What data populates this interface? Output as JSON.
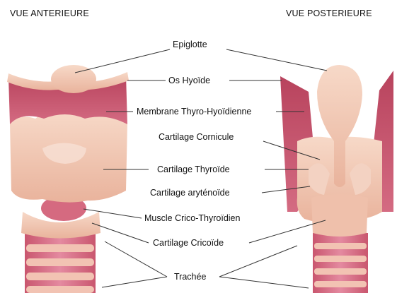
{
  "titles": {
    "anterior": "VUE ANTERIEURE",
    "posterior": "VUE POSTERIEURE"
  },
  "labels": {
    "epiglotte": "Epiglotte",
    "os_hyoide": "Os Hyoïde",
    "membrane": "Membrane Thyro-Hyoïdienne",
    "corniculé": "Cartilage Cornicule",
    "thyroide": "Cartilage Thyroïde",
    "arytenoide": "Cartilage aryténoïde",
    "crico_thyroidien": "Muscle Crico-Thyroïdien",
    "cricoide": "Cartilage Cricoïde",
    "trachee": "Trachée"
  },
  "colors": {
    "cartilage": "#f3c9b6",
    "cartilage_dark": "#e3a38d",
    "membrane": "#c9566e",
    "membrane_dark": "#a83c55",
    "ring_pink": "#d86f86",
    "line": "#333333"
  }
}
